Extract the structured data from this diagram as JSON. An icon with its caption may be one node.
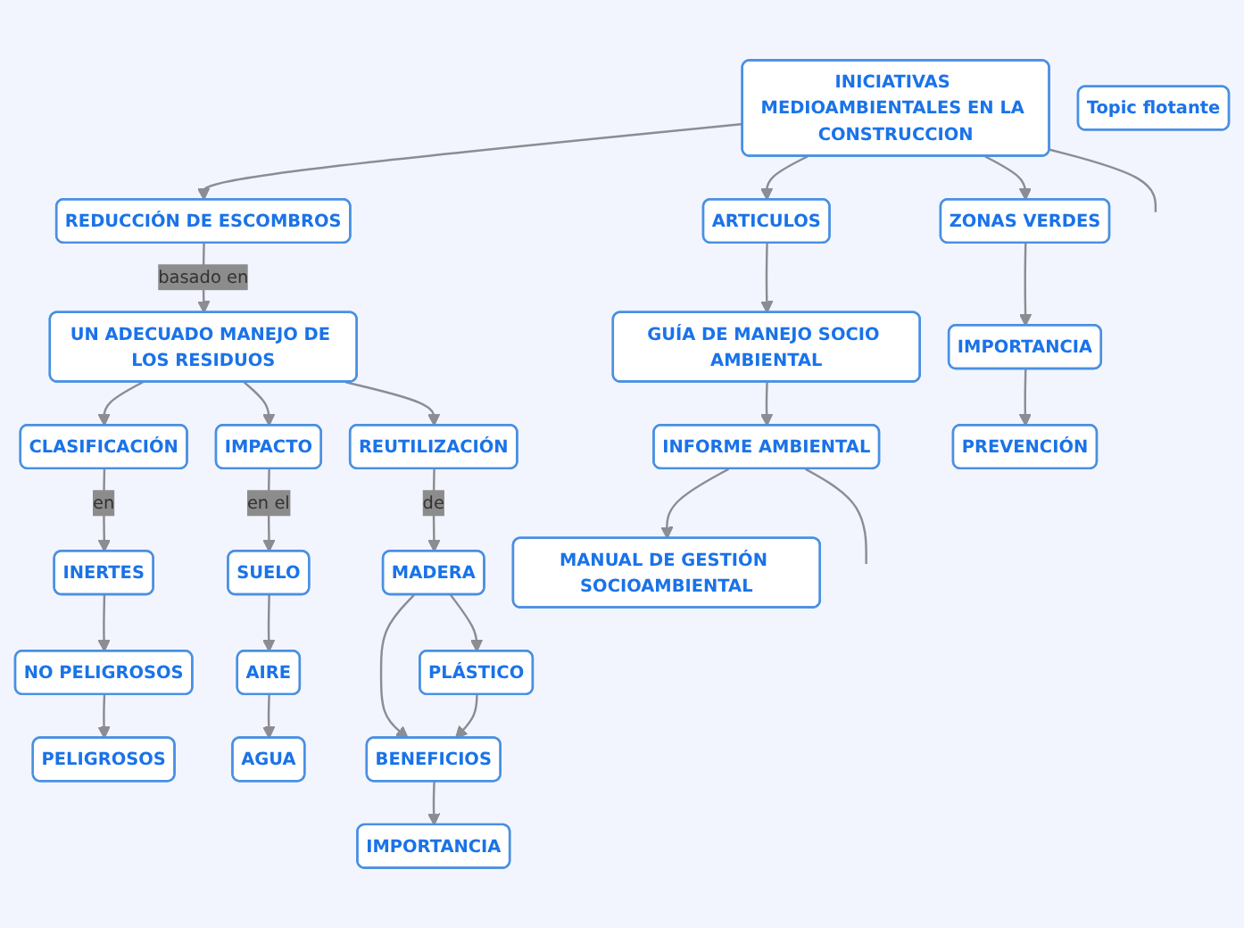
{
  "diagram": {
    "nodes": [
      {
        "text": [
          "INICIATIVAS MEDIOAMBIENTALES EN LA CONSTRUCCION"
        ]
      },
      {
        "text": [
          "REDUCCIÓN DE ESCOMBROS"
        ]
      },
      {
        "text": [
          "UN ADECUADO MANEJO DE LOS RESIDUOS"
        ]
      },
      {
        "text": [
          "Topic flotante"
        ]
      },
      {
        "text": [
          "CLASIFICACIÓN"
        ]
      },
      {
        "text": [
          "INERTES"
        ]
      },
      {
        "text": [
          "NO PELIGROSOS"
        ]
      },
      {
        "text": [
          "PELIGROSOS"
        ]
      },
      {
        "text": [
          "IMPACTO"
        ]
      },
      {
        "text": [
          "SUELO"
        ]
      },
      {
        "text": [
          "AIRE"
        ]
      },
      {
        "text": [
          "AGUA"
        ]
      },
      {
        "text": [
          "REUTILIZACIÓN"
        ]
      },
      {
        "text": [
          "MADERA"
        ]
      },
      {
        "text": [
          "PLÁSTICO"
        ]
      },
      {
        "text": [
          "BENEFICIOS"
        ]
      },
      {
        "text": [
          "IMPORTANCIA"
        ]
      },
      {
        "text": [
          "ARTICULOS"
        ]
      },
      {
        "text": [
          "ZONAS VERDES"
        ]
      },
      {
        "text": [
          "GUÍA DE MANEJO SOCIO AMBIENTAL"
        ]
      },
      {
        "text": [
          "IMPORTANCIA"
        ]
      },
      {
        "text": [
          "INFORME AMBIENTAL"
        ]
      },
      {
        "text": [
          "PREVENCIÓN"
        ]
      },
      {
        "text": [
          "MANUAL DE GESTIÓN SOCIOAMBIENTAL"
        ]
      }
    ],
    "edges": [
      {
        "from": 0,
        "to": 1,
        "arrow": "to"
      },
      {
        "from": 1,
        "to": 2,
        "arrow": "to",
        "label": "basado en"
      },
      {
        "from": 2,
        "to": 4,
        "arrow": "to"
      },
      {
        "from": 2,
        "to": 8,
        "arrow": "to"
      },
      {
        "from": 2,
        "to": 12,
        "arrow": "to"
      },
      {
        "from": 4,
        "to": 5,
        "arrow": "to",
        "label": "en"
      },
      {
        "from": 5,
        "to": 6,
        "arrow": "to"
      },
      {
        "from": 6,
        "to": 7,
        "arrow": "to"
      },
      {
        "from": 8,
        "to": 9,
        "arrow": "to",
        "label": "en el"
      },
      {
        "from": 9,
        "to": 10,
        "arrow": "to"
      },
      {
        "from": 10,
        "to": 11,
        "arrow": "to"
      },
      {
        "from": 12,
        "to": 13,
        "arrow": "to",
        "label": "de"
      },
      {
        "from": 13,
        "to": 14,
        "arrow": "to"
      },
      {
        "from": 13,
        "to": 15,
        "arrow": "to"
      },
      {
        "from": 14,
        "to": 15,
        "arrow": "to"
      },
      {
        "from": 15,
        "to": 16,
        "arrow": "to"
      },
      {
        "from": 0,
        "to": 17,
        "arrow": "to"
      },
      {
        "from": 0,
        "to": 18,
        "arrow": "to"
      },
      {
        "from": 17,
        "to": 19,
        "arrow": "to"
      },
      {
        "from": 19,
        "to": 21,
        "arrow": "to"
      },
      {
        "from": 21,
        "to": 23,
        "arrow": "to"
      },
      {
        "from": 18,
        "to": 20,
        "arrow": "to"
      },
      {
        "from": 20,
        "to": 22,
        "arrow": "to"
      },
      {
        "from": 0,
        "to": null,
        "arrow": "none"
      },
      {
        "from": 21,
        "to": null,
        "arrow": "none"
      }
    ]
  }
}
